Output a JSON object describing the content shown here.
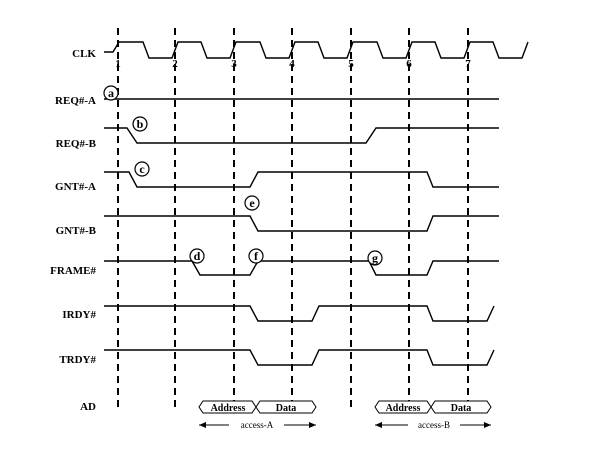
{
  "signals": [
    {
      "key": "clk",
      "label": "CLK"
    },
    {
      "key": "req_a",
      "label": "REQ#-A"
    },
    {
      "key": "req_b",
      "label": "REQ#-B"
    },
    {
      "key": "gnt_a",
      "label": "GNT#-A"
    },
    {
      "key": "gnt_b",
      "label": "GNT#-B"
    },
    {
      "key": "frame",
      "label": "FRAME#"
    },
    {
      "key": "irdy",
      "label": "IRDY#"
    },
    {
      "key": "trdy",
      "label": "TRDY#"
    },
    {
      "key": "ad",
      "label": "AD"
    }
  ],
  "clock_numbers": [
    "1",
    "2",
    "3",
    "4",
    "5",
    "6",
    "7"
  ],
  "markers": [
    "a",
    "b",
    "c",
    "d",
    "e",
    "f",
    "g"
  ],
  "bus_cycles": [
    {
      "label": "Address"
    },
    {
      "label": "Data"
    },
    {
      "label": "Address"
    },
    {
      "label": "Data"
    }
  ],
  "accesses": [
    "access-A",
    "access-B"
  ]
}
